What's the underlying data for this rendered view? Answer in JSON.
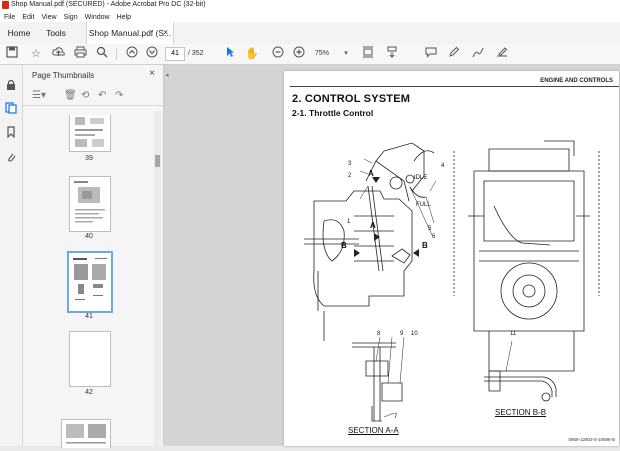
{
  "window": {
    "title": "Shop Manual.pdf (SECURED) - Adobe Acrobat Pro DC (32-bit)"
  },
  "menu": [
    "File",
    "Edit",
    "View",
    "Sign",
    "Window",
    "Help"
  ],
  "tabs": {
    "home": "Home",
    "tools": "Tools",
    "document": "Shop Manual.pdf (S...",
    "close": "×"
  },
  "toolbar": {
    "page_current": "41",
    "page_total": "/ 352",
    "zoom": "75%"
  },
  "thumbnails": {
    "title": "Page Thumbnails",
    "close": "×",
    "pages": [
      "39",
      "40",
      "41",
      "42"
    ]
  },
  "page": {
    "header_right": "ENGINE AND CONTROLS",
    "title": "2. CONTROL SYSTEM",
    "subtitle": "2-1. Throttle Control",
    "section_aa": "SECTION  A-A",
    "section_bb": "SECTION  B-B",
    "doc_number": "0959-12803-0-10586-B",
    "labels": [
      "1",
      "2",
      "3",
      "4",
      "5",
      "6",
      "7",
      "8",
      "9",
      "10",
      "11",
      "A",
      "A",
      "B",
      "B",
      "IDLE",
      "FULL"
    ]
  },
  "colors": {
    "accent": "#1473e6",
    "pdf_red": "#d9261c"
  }
}
